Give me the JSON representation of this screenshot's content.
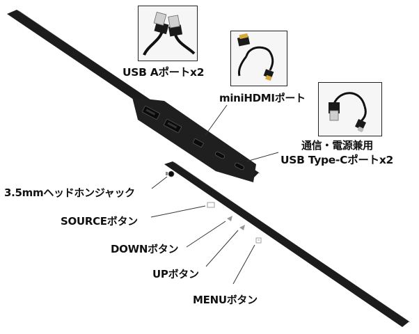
{
  "labels": {
    "usb_a": "USB Aポートx2",
    "minihdmi": "miniHDMIポート",
    "usbc_line1": "通信・電源兼用",
    "usbc_line2": "USB Type-Cポートx2",
    "audio": "3.5mmヘッドホンジャック",
    "source": "SOURCEボタン",
    "down": "DOWNボタン",
    "up": "UPボタン",
    "menu": "MENUボタン"
  },
  "thumbnails": {
    "usb_a": "usb-a-plug-icon",
    "minihdmi": "mini-hdmi-plug-icon",
    "usbc": "usb-c-plug-icon"
  },
  "colors": {
    "bar_body": "#1c1c1c",
    "bar_highlight": "#3c3c3c",
    "hdmi_gold": "#d7a93a",
    "text": "#111111"
  }
}
